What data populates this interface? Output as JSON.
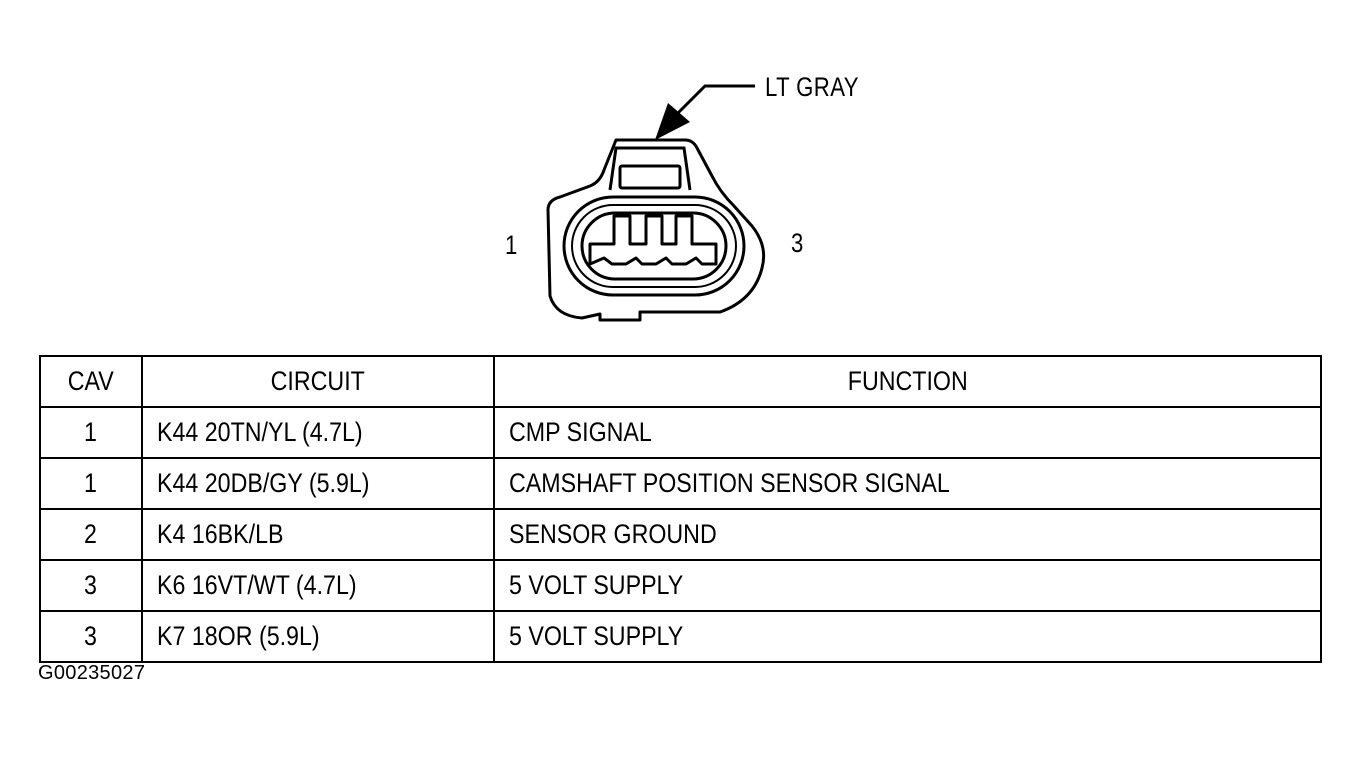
{
  "connector": {
    "color_label": "LT GRAY",
    "pin_left": "1",
    "pin_right": "3"
  },
  "table": {
    "headers": [
      "CAV",
      "CIRCUIT",
      "FUNCTION"
    ],
    "rows": [
      {
        "cav": "1",
        "circuit": "K44 20TN/YL (4.7L)",
        "function": "CMP SIGNAL"
      },
      {
        "cav": "1",
        "circuit": "K44 20DB/GY (5.9L)",
        "function": "CAMSHAFT POSITION SENSOR SIGNAL"
      },
      {
        "cav": "2",
        "circuit": "K4 16BK/LB",
        "function": "SENSOR GROUND"
      },
      {
        "cav": "3",
        "circuit": "K6 16VT/WT (4.7L)",
        "function": "5 VOLT SUPPLY"
      },
      {
        "cav": "3",
        "circuit": "K7 18OR (5.9L)",
        "function": "5 VOLT SUPPLY"
      }
    ]
  },
  "figure_id": "G00235027"
}
